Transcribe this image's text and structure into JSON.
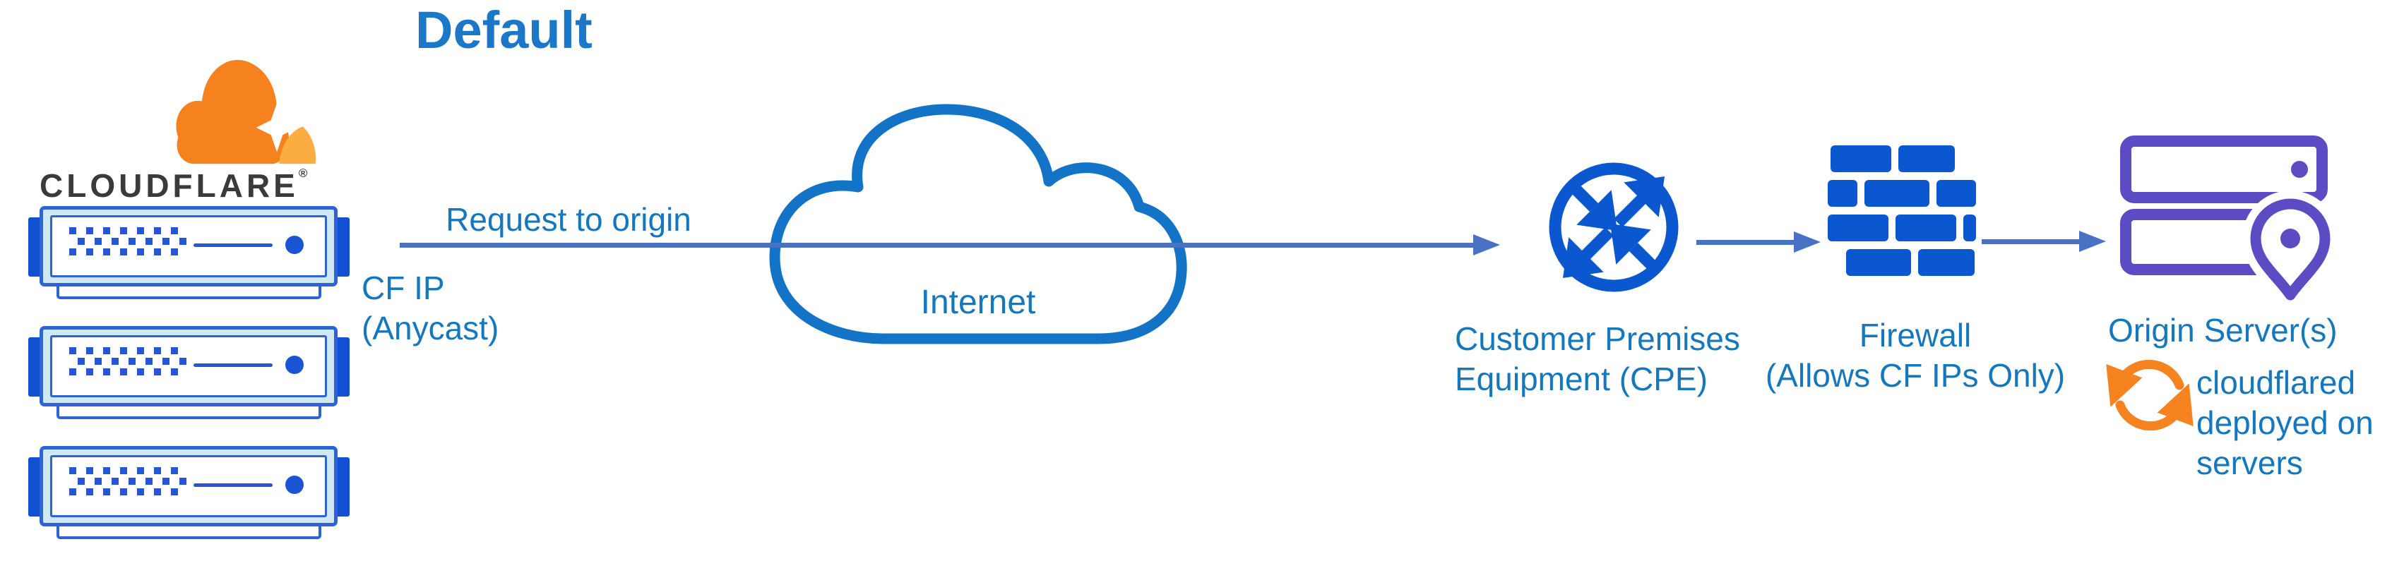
{
  "title": "Default",
  "brand": {
    "wordmark": "CLOUDFLARE",
    "registered": "®"
  },
  "cf_edge": {
    "arrow_label": "Request to origin",
    "ip_label": "CF IP",
    "ip_sublabel": "(Anycast)"
  },
  "internet": {
    "label": "Internet"
  },
  "cpe": {
    "line1": "Customer Premises",
    "line2": "Equipment (CPE)"
  },
  "firewall": {
    "line1": "Firewall",
    "line2": "(Allows CF IPs Only)"
  },
  "origin": {
    "label": "Origin Server(s)",
    "note": "cloudflared deployed on servers"
  },
  "icons": {
    "cloudflare-cloud-icon": "two-tone orange cloud with white flare",
    "cloudflare-server-icon": "blue edge server with dot-matrix front",
    "internet-cloud-icon": "blue outlined cloud",
    "cpe-router-icon": "circle with four crossing arrows",
    "firewall-brick-icon": "blue brick wall",
    "origin-server-icon": "purple stacked servers",
    "location-pin-icon": "purple map pin",
    "sync-arrows-icon": "orange circular refresh arrows"
  },
  "colors": {
    "title_blue": "#1B78C8",
    "label_blue": "#1577BD",
    "connector_blue": "#4A72C4",
    "icon_blue": "#0B57D0",
    "cloud_blue": "#1373C6",
    "purple": "#5B4CC4",
    "logo_orange": "#F6821F",
    "logo_orange_light": "#FBAD41",
    "sync_orange": "#F78220",
    "wordmark_dark": "#3A3A3C",
    "server_border": "#2E63D6",
    "server_fill": "#CFE8F2",
    "server_tab": "#1150D2",
    "server_dot": "#2456D6",
    "led_blue": "#1B55D4"
  }
}
